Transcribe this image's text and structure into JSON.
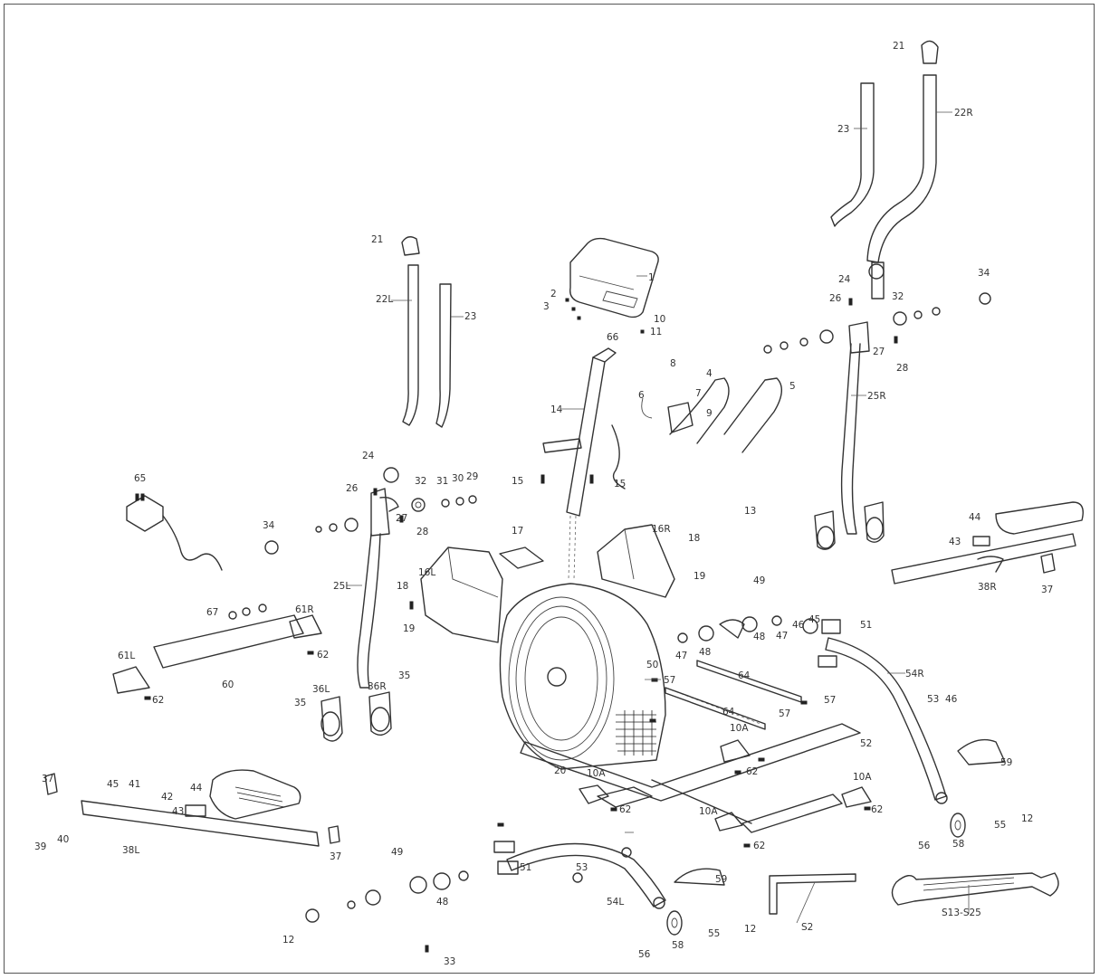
{
  "diagram": {
    "labels": [
      {
        "id": "p1",
        "text": "1"
      },
      {
        "id": "p2",
        "text": "2"
      },
      {
        "id": "p3",
        "text": "3"
      },
      {
        "id": "p10",
        "text": "10"
      },
      {
        "id": "p11",
        "text": "11"
      },
      {
        "id": "p66",
        "text": "66"
      },
      {
        "id": "p14",
        "text": "14"
      },
      {
        "id": "p8",
        "text": "8"
      },
      {
        "id": "p6",
        "text": "6"
      },
      {
        "id": "p4",
        "text": "4"
      },
      {
        "id": "p5",
        "text": "5"
      },
      {
        "id": "p7",
        "text": "7"
      },
      {
        "id": "p9",
        "text": "9"
      },
      {
        "id": "p13",
        "text": "13"
      },
      {
        "id": "p21a",
        "text": "21"
      },
      {
        "id": "p22l",
        "text": "22L"
      },
      {
        "id": "p23a",
        "text": "23"
      },
      {
        "id": "p21b",
        "text": "21"
      },
      {
        "id": "p22r",
        "text": "22R"
      },
      {
        "id": "p23b",
        "text": "23"
      },
      {
        "id": "p24a",
        "text": "24"
      },
      {
        "id": "p24b",
        "text": "24"
      },
      {
        "id": "p26a",
        "text": "26"
      },
      {
        "id": "p26b",
        "text": "26"
      },
      {
        "id": "p32a",
        "text": "32"
      },
      {
        "id": "p32b",
        "text": "32"
      },
      {
        "id": "p31a",
        "text": "31"
      },
      {
        "id": "p30a",
        "text": "30"
      },
      {
        "id": "p29a",
        "text": "29"
      },
      {
        "id": "p34a",
        "text": "34"
      },
      {
        "id": "p34b",
        "text": "34"
      },
      {
        "id": "p27a",
        "text": "27"
      },
      {
        "id": "p28a",
        "text": "28"
      },
      {
        "id": "p27b",
        "text": "27"
      },
      {
        "id": "p28b",
        "text": "28"
      },
      {
        "id": "p25l",
        "text": "25L"
      },
      {
        "id": "p25r",
        "text": "25R"
      },
      {
        "id": "p65",
        "text": "65"
      },
      {
        "id": "p16l",
        "text": "16L"
      },
      {
        "id": "p16r",
        "text": "16R"
      },
      {
        "id": "p17",
        "text": "17"
      },
      {
        "id": "p15a",
        "text": "15"
      },
      {
        "id": "p15b",
        "text": "15"
      },
      {
        "id": "p18a",
        "text": "18"
      },
      {
        "id": "p18b",
        "text": "18"
      },
      {
        "id": "p19a",
        "text": "19"
      },
      {
        "id": "p19b",
        "text": "19"
      },
      {
        "id": "p36l",
        "text": "36L"
      },
      {
        "id": "p36r",
        "text": "36R"
      },
      {
        "id": "p35a",
        "text": "35"
      },
      {
        "id": "p35b",
        "text": "35"
      },
      {
        "id": "p61l",
        "text": "61L"
      },
      {
        "id": "p61r",
        "text": "61R"
      },
      {
        "id": "p60",
        "text": "60"
      },
      {
        "id": "p62a",
        "text": "62"
      },
      {
        "id": "p62b",
        "text": "62"
      },
      {
        "id": "p67",
        "text": "67"
      },
      {
        "id": "p20",
        "text": "20"
      },
      {
        "id": "p57a",
        "text": "57"
      },
      {
        "id": "p57b",
        "text": "57"
      },
      {
        "id": "p57c",
        "text": "57"
      },
      {
        "id": "p64a",
        "text": "64"
      },
      {
        "id": "p64b",
        "text": "64"
      },
      {
        "id": "p10a",
        "text": "10A"
      },
      {
        "id": "p10b",
        "text": "10A"
      },
      {
        "id": "p10c",
        "text": "10A"
      },
      {
        "id": "p10d",
        "text": "10A"
      },
      {
        "id": "p62c",
        "text": "62"
      },
      {
        "id": "p62d",
        "text": "62"
      },
      {
        "id": "p62e",
        "text": "62"
      },
      {
        "id": "p62f",
        "text": "62"
      },
      {
        "id": "p38l",
        "text": "38L"
      },
      {
        "id": "p38r",
        "text": "38R"
      },
      {
        "id": "p37a",
        "text": "37"
      },
      {
        "id": "p37b",
        "text": "37"
      },
      {
        "id": "p37c",
        "text": "37"
      },
      {
        "id": "p44a",
        "text": "44"
      },
      {
        "id": "p44b",
        "text": "44"
      },
      {
        "id": "p43a",
        "text": "43"
      },
      {
        "id": "p43b",
        "text": "43"
      },
      {
        "id": "p39a",
        "text": "39"
      },
      {
        "id": "p40a",
        "text": "40"
      },
      {
        "id": "p41a",
        "text": "41"
      },
      {
        "id": "p42a",
        "text": "42"
      },
      {
        "id": "p45a",
        "text": "45"
      },
      {
        "id": "p54l",
        "text": "54L"
      },
      {
        "id": "p54r",
        "text": "54R"
      },
      {
        "id": "p49a",
        "text": "49"
      },
      {
        "id": "p49b",
        "text": "49"
      },
      {
        "id": "p48a",
        "text": "48"
      },
      {
        "id": "p48b",
        "text": "48"
      },
      {
        "id": "p48c",
        "text": "48"
      },
      {
        "id": "p47a",
        "text": "47"
      },
      {
        "id": "p47b",
        "text": "47"
      },
      {
        "id": "p46a",
        "text": "46"
      },
      {
        "id": "p46b",
        "text": "46"
      },
      {
        "id": "p45b",
        "text": "45"
      },
      {
        "id": "p50a",
        "text": "50"
      },
      {
        "id": "p51a",
        "text": "51"
      },
      {
        "id": "p51b",
        "text": "51"
      },
      {
        "id": "p52a",
        "text": "52"
      },
      {
        "id": "p53a",
        "text": "53"
      },
      {
        "id": "p53b",
        "text": "53"
      },
      {
        "id": "p58a",
        "text": "58"
      },
      {
        "id": "p58b",
        "text": "58"
      },
      {
        "id": "p59a",
        "text": "59"
      },
      {
        "id": "p59b",
        "text": "59"
      },
      {
        "id": "p55a",
        "text": "55"
      },
      {
        "id": "p55b",
        "text": "55"
      },
      {
        "id": "p56a",
        "text": "56"
      },
      {
        "id": "p56b",
        "text": "56"
      },
      {
        "id": "p12a",
        "text": "12"
      },
      {
        "id": "p12b",
        "text": "12"
      },
      {
        "id": "p12c",
        "text": "12"
      },
      {
        "id": "pS2",
        "text": "S2"
      },
      {
        "id": "pS1",
        "text": "S13-S25"
      },
      {
        "id": "p33",
        "text": "33"
      }
    ]
  }
}
